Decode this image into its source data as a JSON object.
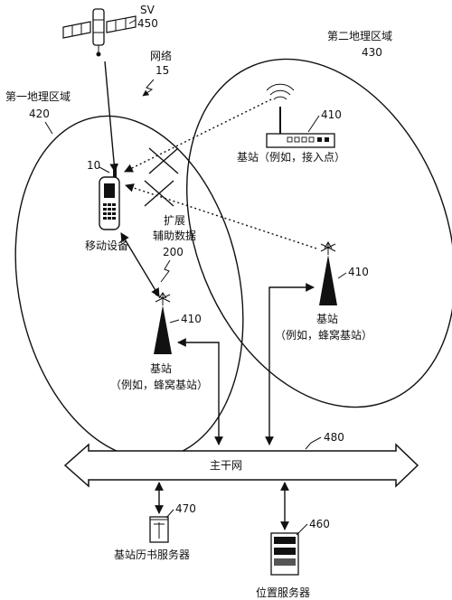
{
  "labels": {
    "sv": "SV",
    "sv_num": "450",
    "network": "网络",
    "network_num": "15",
    "region1": "第一地理区域",
    "region1_num": "420",
    "region2": "第二地理区域",
    "region2_num": "430",
    "ap_num": "410",
    "ap_label": "基站（例如，接入点）",
    "device_num": "10",
    "device_label": "移动设备",
    "ext_line1": "扩展",
    "ext_line2": "辅助数据",
    "ext_num": "200",
    "cell_right_num": "410",
    "cell_right_line1": "基站",
    "cell_right_line2": "（例如，蜂窝基站）",
    "cell_left_num": "410",
    "cell_left_line1": "基站",
    "cell_left_line2": "（例如，蜂窝基站）",
    "backbone": "主干网",
    "backbone_num": "480",
    "almanac_num": "470",
    "almanac_label": "基站历书服务器",
    "location_num": "460",
    "location_label": "位置服务器"
  }
}
